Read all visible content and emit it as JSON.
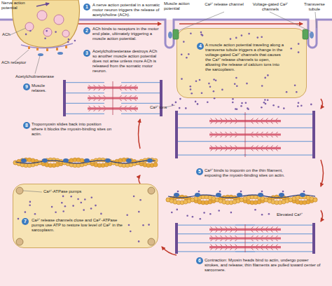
{
  "diagram": {
    "nodes": [
      {
        "text": [
          "1"
        ]
      },
      {
        "text": [
          "2"
        ]
      },
      {
        "text": [
          "3"
        ]
      },
      {
        "text": [
          "A muscle action potential traveling along a transverse tubule triggers a change in the voltage-gated Ca²⁺ channels that causes the Ca²⁺ release channels to open, allowing the release of calcium ions into the sarcoplasm."
        ]
      },
      {
        "text": [
          "4"
        ],
        "in": 3
      },
      {
        "text": [
          "5"
        ]
      },
      {
        "text": [
          "6"
        ]
      },
      {
        "text": [
          "Ca²⁺ release channels close and Ca²⁺-ATPase pumps use ATP to restore low level of Ca²⁺ in the sarcoplasm."
        ]
      },
      {
        "text": [
          "7"
        ],
        "in": 7
      },
      {
        "text": [
          "8"
        ]
      },
      {
        "text": [
          "9"
        ]
      }
    ],
    "labels": [
      "Nerve action potential",
      "ACh",
      "ACh receptor",
      "Acetylcholinesterase",
      "A nerve action potential in a somatic motor neuron triggers the release of acetylcholine (ACh).",
      "ACh binds to receptors in the motor end plate, ultimately triggering a muscle action potential.",
      "Acetylcholinesterase destroys ACh so another muscle action potential does not arise unless more ACh is released from the somatic motor neuron.",
      "Muscle action potential",
      "Ca²⁺ release channel",
      "Voltage-gated Ca²⁺ channels",
      "Transverse tubule",
      "Ca²⁺ ions",
      "Ca²⁺ binds to troponin on the thin filament, exposing the myosin-binding sites on actin.",
      "Elevated Ca²⁺",
      "Contraction: Myosin heads bind to actin, undergo power strokes, and release; thin filaments are pulled toward center of sarcomere.",
      "Ca²⁺-ATPase pumps",
      "Tropomyosin slides back into position where it blocks the myosin-binding sites on actin.",
      "Muscle relaxes."
    ]
  }
}
